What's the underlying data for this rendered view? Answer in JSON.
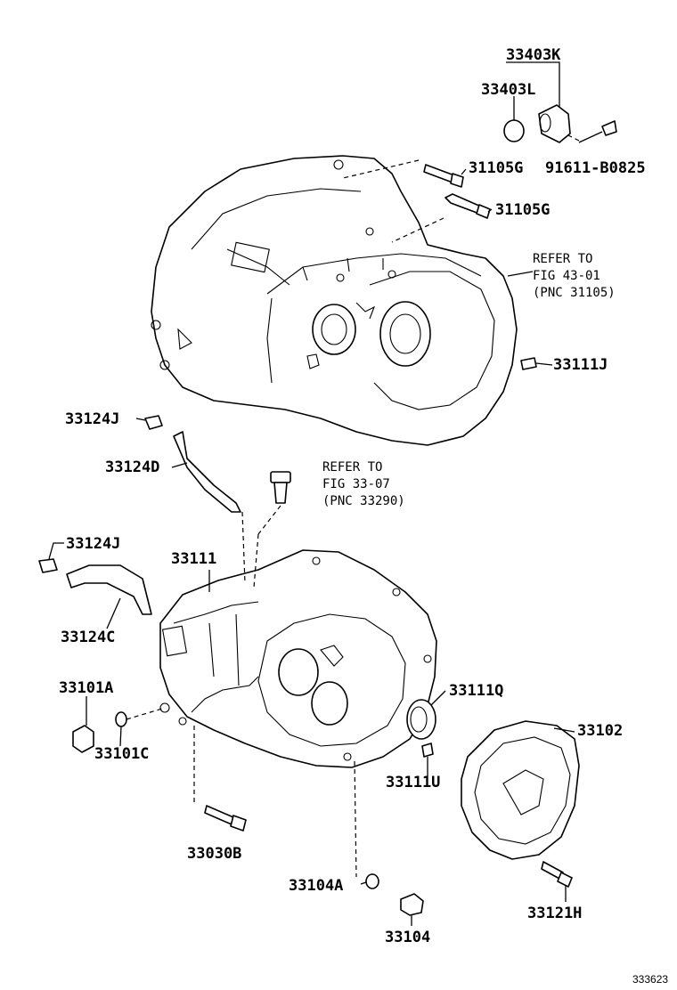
{
  "parts": {
    "p33403K": "33403K",
    "p33403L": "33403L",
    "p31105G_a": "31105G",
    "p91611": "91611-B0825",
    "p31105G_b": "31105G",
    "p33111J": "33111J",
    "p33124J_a": "33124J",
    "p33124D": "33124D",
    "p33111": "33111",
    "p33124J_b": "33124J",
    "p33124C": "33124C",
    "p33101A": "33101A",
    "p33101C": "33101C",
    "p33111Q": "33111Q",
    "p33102": "33102",
    "p33111U": "33111U",
    "p33030B": "33030B",
    "p33104A": "33104A",
    "p33121H": "33121H",
    "p33104": "33104"
  },
  "notes": {
    "refer1": {
      "l1": "REFER TO",
      "l2": "FIG 43-01",
      "l3": "(PNC 31105)"
    },
    "refer2": {
      "l1": "REFER TO",
      "l2": "FIG 33-07",
      "l3": "(PNC 33290)"
    }
  },
  "figure_number": "333623"
}
